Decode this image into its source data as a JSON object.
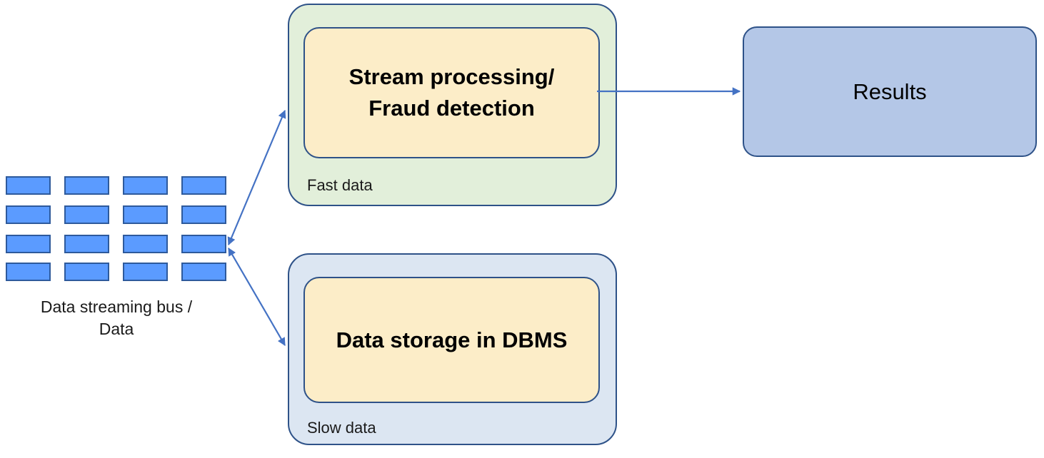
{
  "diagram": {
    "title_text": null,
    "background_color": "#ffffff",
    "palette": {
      "stroke": "#2E5288",
      "bus_cell_fill": "#5B9BFF",
      "bus_cell_stroke": "#2E5A9C",
      "fast_container_fill": "#E2EFDA",
      "slow_container_fill": "#DCE6F2",
      "inner_box_fill": "#FCEDC8",
      "results_fill": "#B4C7E7",
      "arrow_color": "#4472C4"
    },
    "bus": {
      "label": "Data streaming bus /\nData",
      "icon": "grid-of-blocks",
      "rows": 4,
      "columns": 4,
      "cell_count": 16
    },
    "groups": [
      {
        "id": "fast",
        "label": "Fast data",
        "inner_label": "Stream processing/\nFraud detection",
        "inner_bold": true
      },
      {
        "id": "slow",
        "label": "Slow data",
        "inner_label": "Data storage in DBMS",
        "inner_bold": true
      }
    ],
    "results": {
      "label": "Results",
      "bold": false
    },
    "connectors": [
      {
        "id": "bus-to-fast",
        "from": "Data streaming bus / Data",
        "to": "Stream processing/ Fraud detection",
        "direction": "bidirectional",
        "style": "straight"
      },
      {
        "id": "bus-to-slow",
        "from": "Data streaming bus / Data",
        "to": "Data storage in DBMS",
        "direction": "bidirectional",
        "style": "straight"
      },
      {
        "id": "fast-to-results",
        "from": "Stream processing/ Fraud detection",
        "to": "Results",
        "direction": "forward",
        "style": "straight"
      }
    ]
  }
}
